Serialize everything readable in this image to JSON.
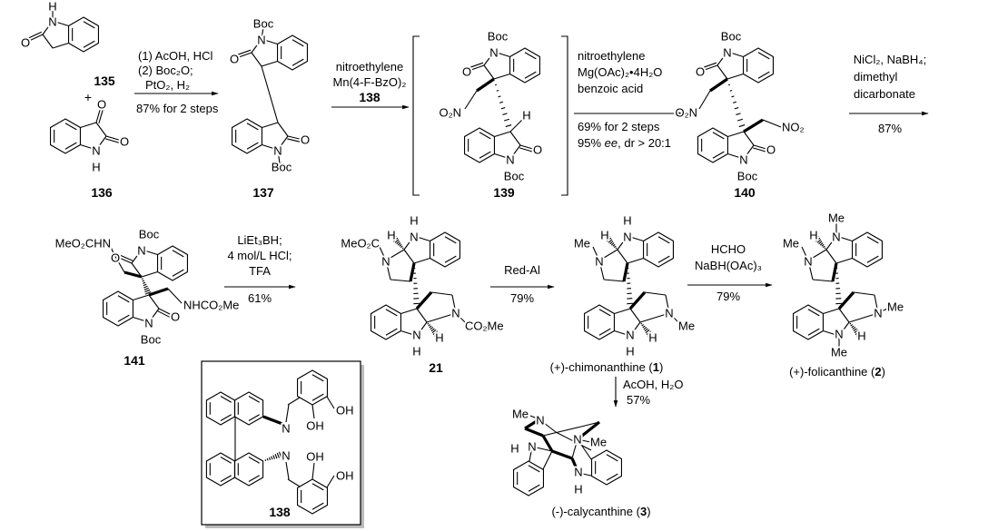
{
  "compounds": {
    "c135": "135",
    "c136": "136",
    "c137": "137",
    "c138": "138",
    "c139": "139",
    "c140": "140",
    "c141": "141",
    "c21": "21"
  },
  "atoms": {
    "N": "N",
    "H": "H",
    "O": "O",
    "Boc": "Boc",
    "Me": "Me",
    "OH": "OH",
    "O2N": "O₂N",
    "NO2": "NO₂",
    "MeO2CHN": "MeO₂CHN",
    "NHCO2Me": "NHCO₂Me",
    "MeO2C": "MeO₂C",
    "CO2Me": "CO₂Me"
  },
  "plus": "+",
  "steps": {
    "s1": {
      "above": [
        "(1) AcOH, HCl",
        "(2) Boc₂O;",
        "PtO₂, H₂"
      ],
      "below": "87% for 2 steps"
    },
    "s2": {
      "above": [
        "nitroethylene",
        "Mn(4-F-BzO)₂"
      ],
      "catalyst": "138"
    },
    "s3": {
      "above": [
        "nitroethylene",
        "Mg(OAc)₂•4H₂O",
        "benzoic acid"
      ],
      "below": [
        "69% for 2 steps",
        "95% ",
        "ee",
        ", dr > 20:1"
      ]
    },
    "s4": {
      "above": [
        "NiCl₂, NaBH₄;",
        "dimethyl",
        "dicarbonate"
      ],
      "below": "87%"
    },
    "s5": {
      "above": [
        "LiEt₃BH;",
        "4 mol/L HCl;",
        "TFA"
      ],
      "below": "61%"
    },
    "s6": {
      "above": "Red-Al",
      "below": "79%"
    },
    "s7": {
      "above": [
        "HCHO",
        "NaBH(OAc)₃"
      ],
      "below": "79%"
    },
    "s8": {
      "side": [
        "AcOH, H₂O",
        "57%"
      ]
    }
  },
  "products": {
    "chimonanthine": {
      "prefix": "(+)-chimonanthine (",
      "num": "1",
      "suffix": ")"
    },
    "folicanthine": {
      "prefix": "(+)-folicanthine (",
      "num": "2",
      "suffix": ")"
    },
    "calycanthine": {
      "prefix": "(-)-calycanthine (",
      "num": "3",
      "suffix": ")"
    }
  }
}
